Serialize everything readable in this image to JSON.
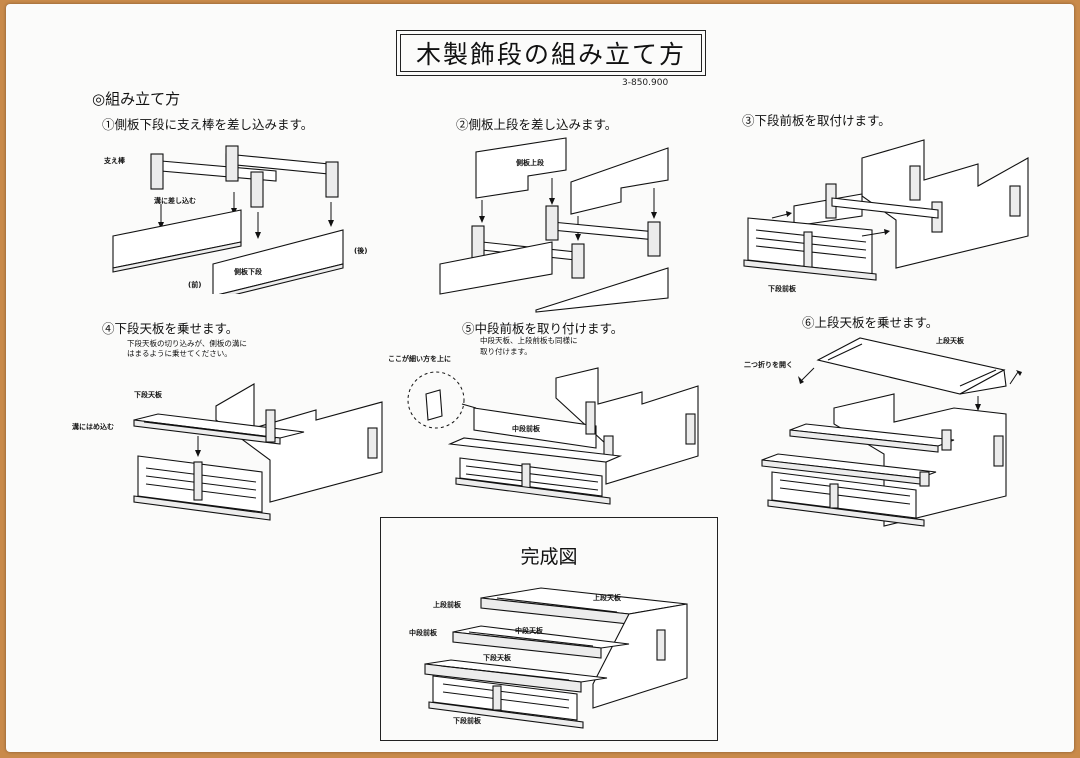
{
  "title": "木製飾段の組み立て方",
  "code": "3-850.900",
  "section_heading": "◎組み立て方",
  "steps": [
    {
      "label": "①側板下段に支え棒を差し込みます。"
    },
    {
      "label": "②側板上段を差し込みます。"
    },
    {
      "label": "③下段前板を取付けます。"
    },
    {
      "label": "④下段天板を乗せます。",
      "note": [
        "下段天板の切り込みが、側板の溝に",
        "はまるように乗せてください。"
      ]
    },
    {
      "label": "⑤中段前板を取り付けます。",
      "note": [
        "中段天板、上段前板も同様に",
        "取り付けます。"
      ]
    },
    {
      "label": "⑥上段天板を乗せます。"
    }
  ],
  "labels": {
    "s1_bar": "支え棒",
    "s1_groove": "溝に差し込む",
    "s1_front": "(前)",
    "s1_side_lower": "側板下段",
    "s1_back": "(後)",
    "s2_side_upper": "側板上段",
    "s3_front_lower": "下段前板",
    "s4_top_lower": "下段天板",
    "s4_fit": "溝にはめ込む",
    "s5_thin": "ここが細い方を上に",
    "s5_mid_front": "中段前板",
    "s6_top_upper": "上段天板",
    "s6_fold": "二つ折りを開く"
  },
  "complete": {
    "title": "完成図",
    "upper_front": "上段前板",
    "upper_top": "上段天板",
    "mid_front": "中段前板",
    "mid_top": "中段天板",
    "lower_top": "下段天板",
    "lower_front": "下段前板"
  }
}
